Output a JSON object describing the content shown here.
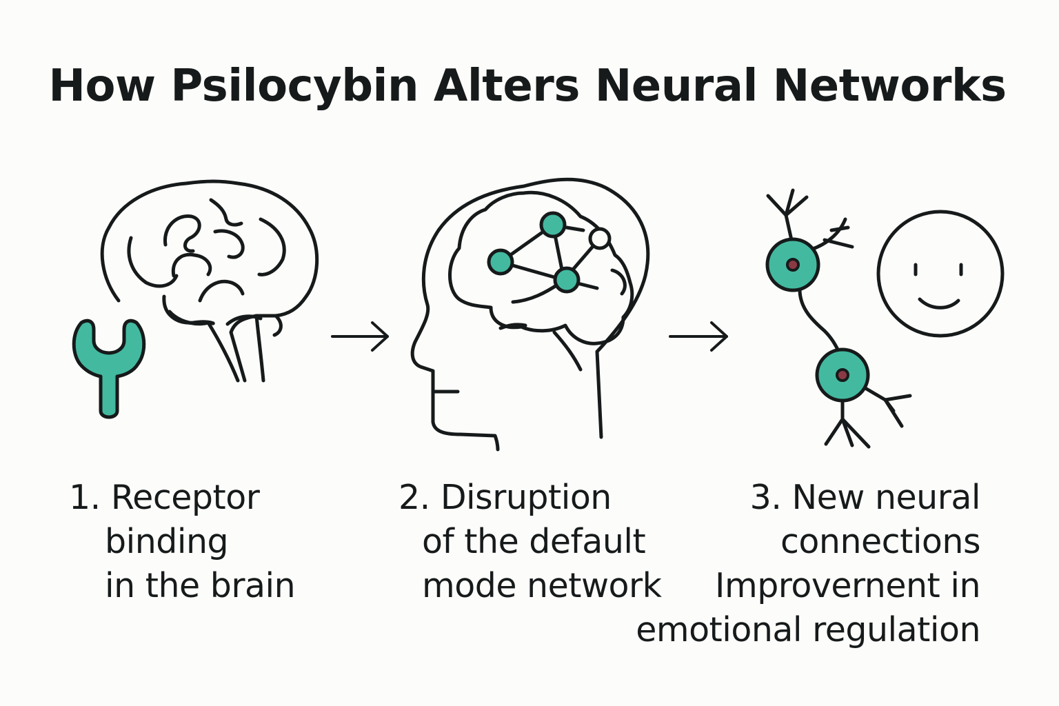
{
  "title": "How Psilocybin Alters Neural Networks",
  "colors": {
    "accent": "#43b9a0",
    "outline": "#161a1a",
    "nucleus": "#8a3a44",
    "background": "#fcfcfa"
  },
  "steps": [
    {
      "icons": [
        "brain-icon",
        "receptor-key-icon"
      ],
      "lines": [
        "1. Receptor",
        "binding",
        "in the brain"
      ]
    },
    {
      "icons": [
        "head-profile-icon",
        "network-nodes-icon"
      ],
      "lines": [
        "2. Disruption",
        "of the default",
        "mode network"
      ]
    },
    {
      "icons": [
        "neuron-icon",
        "smiley-face-icon"
      ],
      "lines": [
        "3. New neural",
        "connections",
        "Improvernent in",
        "emotional regulation"
      ]
    }
  ],
  "arrows": [
    "arrow-right-icon",
    "arrow-right-icon"
  ]
}
